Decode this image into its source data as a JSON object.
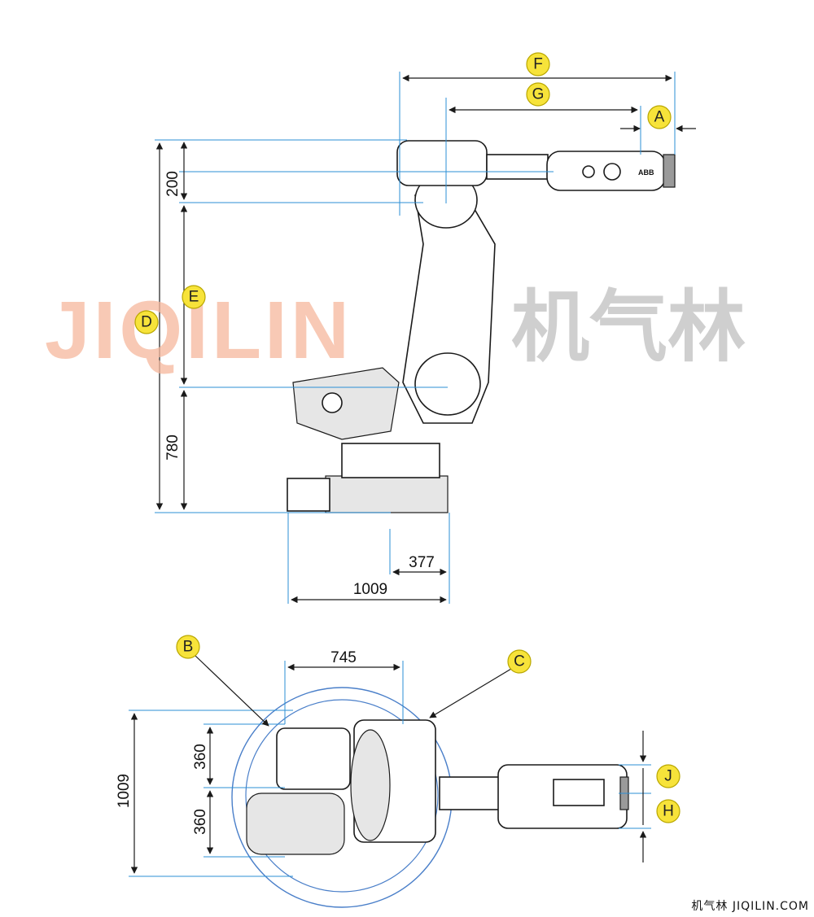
{
  "dimensions": {
    "d200": "200",
    "d780": "780",
    "d377": "377",
    "d1009_side": "1009",
    "d745": "745",
    "d1009_top": "1009",
    "d360_upper": "360",
    "d360_lower": "360"
  },
  "callouts": {
    "A": "A",
    "B": "B",
    "C": "C",
    "D": "D",
    "E": "E",
    "F": "F",
    "G": "G",
    "H": "H",
    "J": "J"
  },
  "watermark": {
    "latin": "JIQILIN",
    "chinese": "机气林"
  },
  "logo_text": "ABB",
  "footer": "机气林 JIQILIN.COM",
  "colors": {
    "dimension_line": "#1a1a1a",
    "extension_line": "#2b8fd6",
    "callout_fill": "#f7e33a",
    "watermark_latin": "#f6b89d",
    "watermark_chinese": "#c4c4c4"
  }
}
